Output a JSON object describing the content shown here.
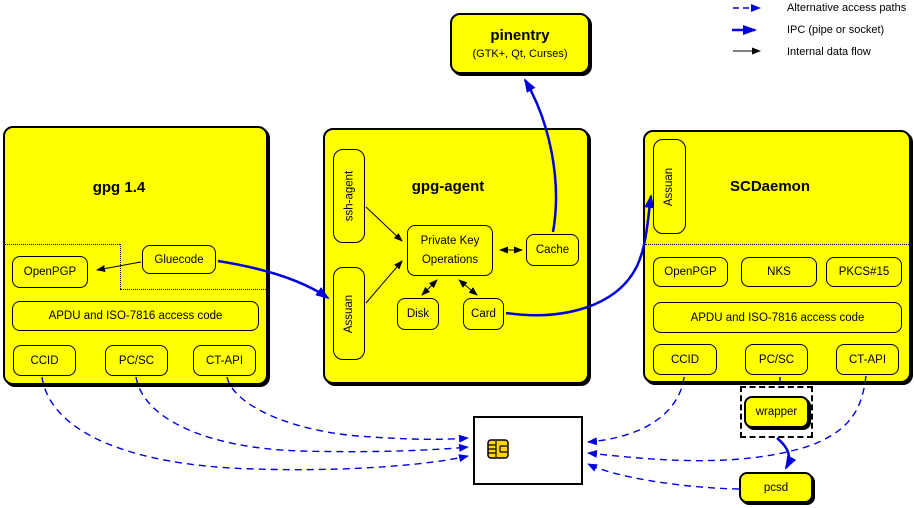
{
  "colors": {
    "box_fill": "#ffff00",
    "ipc_blue": "#0000dd",
    "line_black": "#000000"
  },
  "legend": {
    "alt_paths": "Alternative access paths",
    "ipc": "IPC (pipe or socket)",
    "internal": "Internal data flow"
  },
  "pinentry": {
    "title": "pinentry",
    "subtitle": "(GTK+, Qt, Curses)"
  },
  "gpg14": {
    "title": "gpg 1.4",
    "openpgp": "OpenPGP",
    "gluecode": "Gluecode",
    "apdu": "APDU and ISO-7816 access code",
    "ccid": "CCID",
    "pcsc": "PC/SC",
    "ctapi": "CT-API"
  },
  "gpgagent": {
    "title": "gpg-agent",
    "sshagent": "ssh-agent",
    "assuan": "Assuan",
    "pko_line1": "Private Key",
    "pko_line2": "Operations",
    "cache": "Cache",
    "disk": "Disk",
    "card": "Card"
  },
  "scdaemon": {
    "title": "SCDaemon",
    "assuan": "Assuan",
    "openpgp": "OpenPGP",
    "nks": "NKS",
    "pkcs15": "PKCS#15",
    "apdu": "APDU and ISO-7816 access code",
    "ccid": "CCID",
    "pcsc": "PC/SC",
    "ctapi": "CT-API"
  },
  "peripherals": {
    "wrapper": "wrapper",
    "pcsd": "pcsd"
  }
}
